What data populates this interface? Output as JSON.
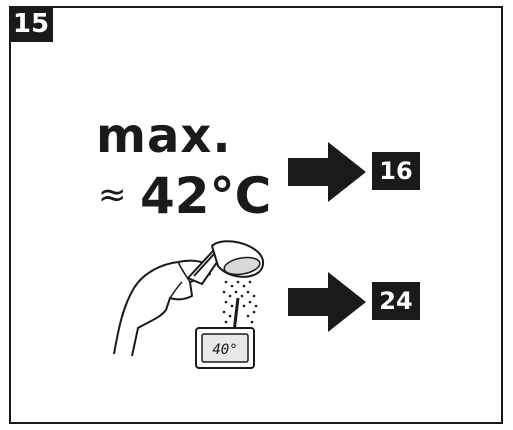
{
  "step_number": "15",
  "instruction": {
    "max_label": "max.",
    "approx_symbol": "≈",
    "temperature": "42°C"
  },
  "refs": {
    "upper": "16",
    "lower": "24"
  },
  "thermometer_display": "40°",
  "colors": {
    "ink": "#1a1a1a",
    "paper": "#ffffff",
    "display_bg": "#e8e8e8"
  },
  "icons": {
    "arrow": "right-arrow-icon",
    "illustration": "hand-shower-thermometer"
  }
}
